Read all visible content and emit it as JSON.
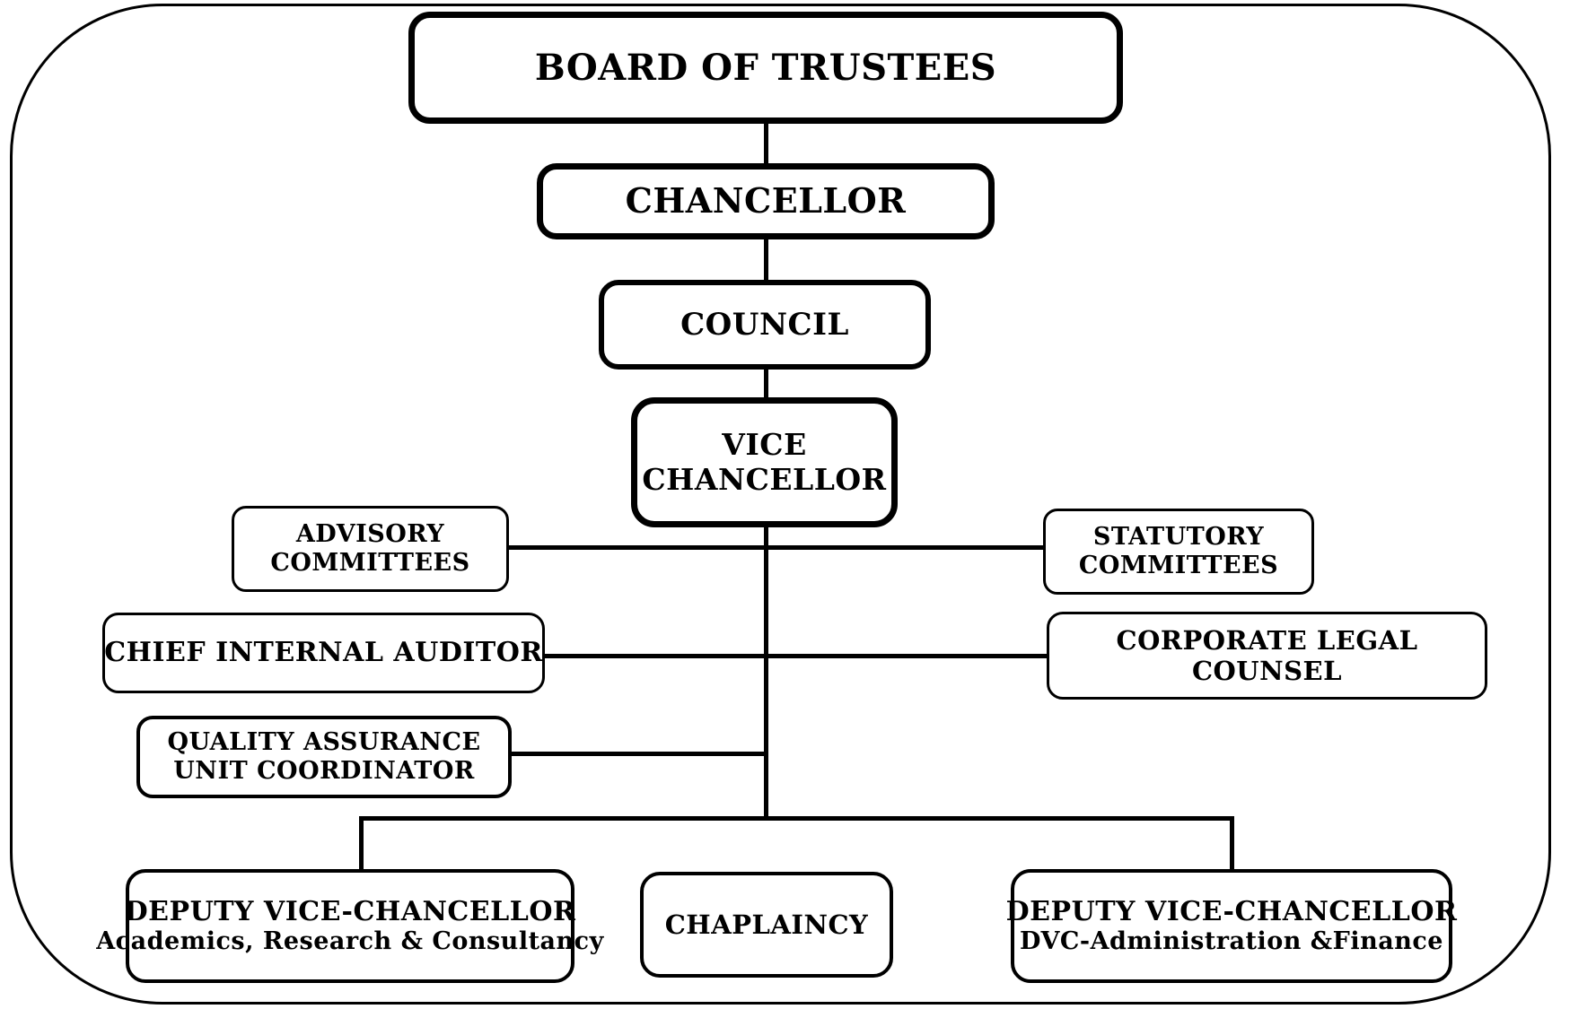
{
  "diagram": {
    "type": "organizational-chart",
    "colors": {
      "line": "#000000",
      "box_border": "#000000",
      "box_fill": "#ffffff",
      "text": "#000000",
      "background": "#ffffff"
    },
    "nodes": {
      "board_of_trustees": {
        "label": "BOARD OF TRUSTEES"
      },
      "chancellor": {
        "label": "CHANCELLOR"
      },
      "council": {
        "label": "COUNCIL"
      },
      "vice_chancellor": {
        "line1": "VICE",
        "line2": "CHANCELLOR"
      },
      "advisory_committees": {
        "line1": "ADVISORY",
        "line2": "COMMITTEES"
      },
      "statutory_committees": {
        "line1": "STATUTORY",
        "line2": "COMMITTEES"
      },
      "chief_internal_auditor": {
        "label": "CHIEF INTERNAL AUDITOR"
      },
      "corporate_legal_counsel": {
        "line1": "CORPORATE LEGAL",
        "line2": "COUNSEL"
      },
      "quality_assurance_unit_coordinator": {
        "line1": "QUALITY ASSURANCE",
        "line2": "UNIT COORDINATOR"
      },
      "dvc_academics": {
        "title": "DEPUTY VICE-CHANCELLOR",
        "subtitle": "Academics, Research & Consultancy"
      },
      "chaplaincy": {
        "label": "CHAPLAINCY"
      },
      "dvc_administration": {
        "title": "DEPUTY VICE-CHANCELLOR",
        "subtitle": "DVC-Administration &Finance"
      }
    },
    "edges": [
      {
        "from": "board_of_trustees",
        "to": "chancellor"
      },
      {
        "from": "chancellor",
        "to": "council"
      },
      {
        "from": "council",
        "to": "vice_chancellor"
      },
      {
        "from": "vice_chancellor",
        "to": "advisory_committees"
      },
      {
        "from": "vice_chancellor",
        "to": "statutory_committees"
      },
      {
        "from": "vice_chancellor",
        "to": "chief_internal_auditor"
      },
      {
        "from": "vice_chancellor",
        "to": "corporate_legal_counsel"
      },
      {
        "from": "vice_chancellor",
        "to": "quality_assurance_unit_coordinator"
      },
      {
        "from": "vice_chancellor",
        "to": "dvc_academics"
      },
      {
        "from": "vice_chancellor",
        "to": "dvc_administration"
      }
    ]
  }
}
